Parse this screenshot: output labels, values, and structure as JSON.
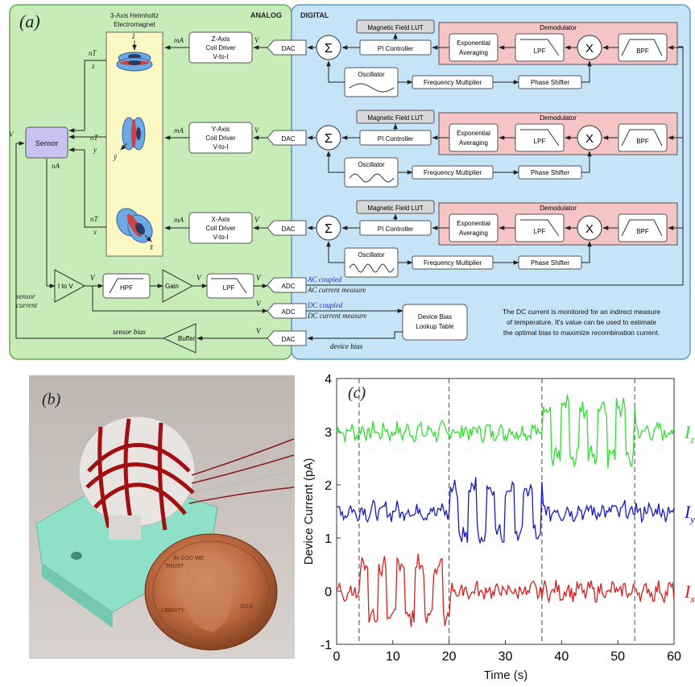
{
  "panel_a": {
    "label": "(a)",
    "analog_title": "ANALOG",
    "digital_title": "DIGITAL",
    "helmholtz_title": [
      "3-Axis Helmholtz",
      "Electromagnet"
    ],
    "sensor": "Sensor",
    "axis_labels": {
      "z": "ẑ",
      "y": "ŷ",
      "x": "x̂"
    },
    "channels": [
      {
        "coil": [
          "Z-Axis",
          "Coil Driver",
          "V-to-I"
        ],
        "axis": "z",
        "nt": "nT",
        "ma": "mA",
        "v": "V"
      },
      {
        "coil": [
          "Y-Axis",
          "Coil Driver",
          "V-to-I"
        ],
        "axis": "y",
        "nt": "nT",
        "ma": "mA",
        "v": "V"
      },
      {
        "coil": [
          "X-Axis",
          "Coil Driver",
          "V-to-I"
        ],
        "axis": "x",
        "nt": "nT",
        "ma": "mA",
        "v": "V"
      }
    ],
    "dac": "DAC",
    "adc": "ADC",
    "sum_symbol": "Σ",
    "lut": "Magnetic Field LUT",
    "pi": "PI Controller",
    "demodulator": "Demodulator",
    "exp_avg": [
      "Exponential",
      "Averaging"
    ],
    "lpf": "LPF",
    "hpf": "HPF",
    "bpf": "BPF",
    "mult": "X",
    "oscillator": "Oscillator",
    "freq_mult": "Frequency Multiplier",
    "phase_shifter": "Phase Shifter",
    "sensor_v": "V",
    "sensor_na": "nA",
    "sensor_current": [
      "sensor",
      "current"
    ],
    "i_to_v": "I to V",
    "gain": "Gain",
    "v_label": "V",
    "ac_coupled": "AC coupled",
    "ac_measure": "AC current measure",
    "dc_coupled": "DC coupled",
    "dc_measure": "DC current measure",
    "buffer": "Buffer",
    "sensor_bias": "sensor bias",
    "device_bias": "device bias",
    "bias_lut": [
      "Device Bias",
      "Lookup Table"
    ],
    "note": [
      "The DC current is monitored for an indirect measure",
      "of temperature. It's value can be used to estimate",
      "the optimal bias to maximize recombination current."
    ]
  },
  "panel_b": {
    "label": "(b)",
    "coin_text": [
      "IN GOD WE",
      "TRUST",
      "LIBERTY",
      "2013"
    ]
  },
  "chart_data": {
    "type": "line",
    "panel_label": "(c)",
    "xlabel": "Time (s)",
    "ylabel": "Device Current (pA)",
    "xlim": [
      0,
      60
    ],
    "ylim": [
      -1,
      4
    ],
    "xticks": [
      0,
      10,
      20,
      30,
      40,
      50,
      60
    ],
    "yticks": [
      -1,
      0,
      1,
      2,
      3,
      4
    ],
    "vlines": [
      4,
      20,
      36.5,
      53
    ],
    "colors": {
      "x": "#d42020",
      "y": "#1a1ab8",
      "z": "#33dd33"
    },
    "series": [
      {
        "name": "Iz",
        "label_main": "I",
        "label_sub": "z",
        "key": "z",
        "base": 3.0,
        "active_from": 36.5,
        "active_to": 53,
        "amp": 0.5
      },
      {
        "name": "Iy",
        "label_main": "I",
        "label_sub": "y",
        "key": "y",
        "base": 1.5,
        "active_from": 20,
        "active_to": 36.5,
        "amp": 0.45
      },
      {
        "name": "Ix",
        "label_main": "I",
        "label_sub": "x",
        "key": "x",
        "base": 0.0,
        "active_from": 4,
        "active_to": 20,
        "amp": 0.5
      }
    ]
  }
}
